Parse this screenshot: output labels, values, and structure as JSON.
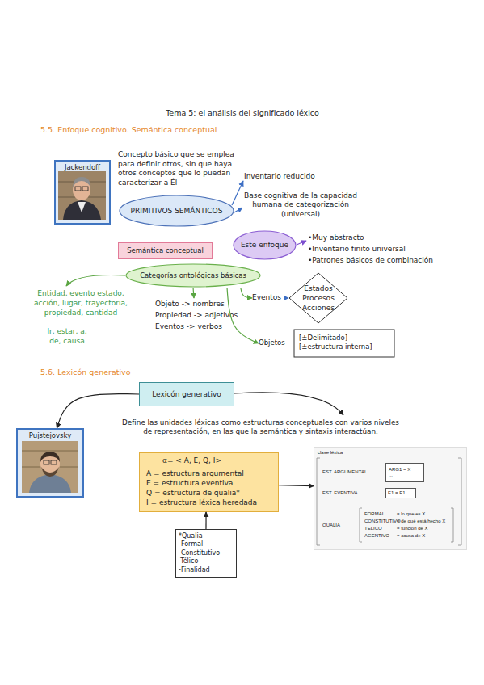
{
  "diagram": {
    "title": "Tema 5: el análisis del significado léxico",
    "nodes": [
      {
        "text": [
          "Jackendoff"
        ]
      },
      {
        "text": [
          "PRIMITIVOS SEMÁNTICOS"
        ]
      },
      {
        "text": [
          "Semántica conceptual"
        ]
      },
      {
        "text": [
          "Este enfoque"
        ]
      },
      {
        "text": [
          "Categorías ontológicas básicas"
        ]
      },
      {
        "text": [
          "Eventos",
          "Estados Procesos Acciones"
        ]
      },
      {
        "text": [
          "Objetos",
          "[±Delimitado] [±estructura interna]"
        ]
      },
      {
        "text": [
          "Lexicón generativo"
        ]
      },
      {
        "text": [
          "Pujstejovsky"
        ]
      },
      {
        "text": [
          "α= < A, E, Q, I>",
          "A = estructura argumental",
          "E = estructura eventiva",
          "Q = estructura de qualia*",
          "I = estructura léxica heredada"
        ]
      },
      {
        "text": [
          "clase léxica",
          "EST. ARGUMENTAL",
          "EST. EVENTIVA",
          "QUALIA",
          "FORMAL",
          "= lo que es X",
          "CONSTITUTIVO",
          "= de qué está hecho X",
          "TELICO",
          "= función de X",
          "AGENTIVO",
          "= causa de X"
        ]
      },
      {
        "text": [
          "ARG1 = X",
          "..."
        ],
        "in": 10
      },
      {
        "text": [
          "E1 = E1"
        ],
        "in": 10
      },
      {
        "text": [
          "*Qualia",
          "-Formal",
          "-Constitutivo",
          "-Télico",
          "-Finalidad"
        ]
      }
    ],
    "edges": [
      {
        "from": 4,
        "to": 5,
        "arrow": "to"
      },
      {
        "from": 4,
        "to": 6,
        "arrow": "to"
      },
      {
        "from": 7,
        "to": 8,
        "arrow": "to"
      },
      {
        "from": 9,
        "to": 10,
        "arrow": "to"
      },
      {
        "from": 13,
        "to": 9,
        "arrow": "to"
      }
    ],
    "labels": [
      "5.5. Enfoque cognitivo. Semántica conceptual",
      "Concepto básico que se emplea para definir otros, sin que haya otros conceptos que lo puedan caracterizar a Él",
      "Inventario reducido",
      "Base cognitiva de la capacidad humana de categorización (universal)",
      "•Muy abstracto",
      "•Inventario finito universal",
      "•Patrones básicos de combinación",
      "Entidad, evento estado, acción, lugar, trayectoria, propiedad, cantidad",
      "Objeto -> nombres",
      "Propiedad -> adjetivos",
      "Eventos -> verbos",
      "Ir, estar, a, de, causa",
      "5.6. Lexicón generativo",
      "Define las unidades léxicas como estructuras conceptuales con varios niveles de representación, en las que la semántica y sintaxis interactúan."
    ]
  }
}
